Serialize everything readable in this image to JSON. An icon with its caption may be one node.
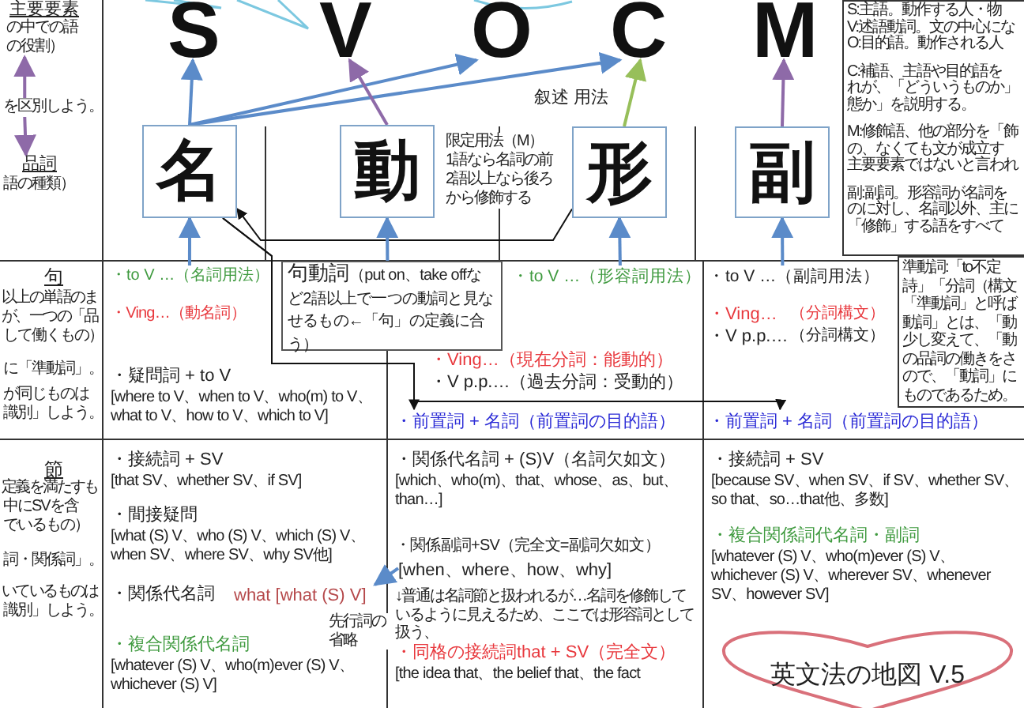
{
  "diagram": {
    "nodes": [
      {
        "text": [
          "S"
        ]
      },
      {
        "text": [
          "V"
        ]
      },
      {
        "text": [
          "O"
        ]
      },
      {
        "text": [
          "C"
        ]
      },
      {
        "text": [
          "M"
        ]
      },
      {
        "text": [
          "名"
        ]
      },
      {
        "text": [
          "動"
        ]
      },
      {
        "text": [
          "形"
        ]
      },
      {
        "text": [
          "副"
        ]
      },
      {
        "text": [
          "S:主語。動作する人・物",
          "V:述語動詞。文の中心にな",
          "O:目的語。動作される人",
          "C:補語、主語や目的語を",
          "れが、「どういうものか」",
          "態か」を説明する。",
          "M:修飾語、他の部分を「飾",
          "の、なくても文が成立す",
          "主要要素ではないと言われ",
          "副:副詞。形容詞が名詞を",
          "のに対し、名詞以外、主に",
          "「修飾」する語をすべて"
        ]
      },
      {
        "text": [
          "句動詞",
          "（put on、take offなど2語以上で一つの動詞と見なせるもの←「句」の定義に合う）"
        ]
      },
      {
        "text": [
          "準動詞:「to不定",
          "詩」「分詞（構文",
          "「準動詞」と呼ば",
          "動詞」とは、「動",
          "少し変えて、「動",
          "の品詞の働きをさ",
          "ので、「動詞」に",
          "ものであるため。"
        ]
      },
      {
        "text": [
          "・前置詞 + 名詞（前置詞の目的語）"
        ]
      },
      {
        "text": [
          "・前置詞 + 名詞（前置詞の目的語）"
        ]
      },
      {
        "text": [
          "英文法の地図 V.5"
        ]
      },
      {
        "text": [
          "・to V …（名詞用法）"
        ]
      },
      {
        "text": [
          "・to V …（形容詞用法）"
        ]
      },
      {
        "text": [
          "・to V …（副詞用法）"
        ]
      },
      {
        "text": [
          "の役割）"
        ]
      },
      {
        "text": [
          "を区別しよう。"
        ]
      },
      {
        "text": [
          "品詞"
        ]
      },
      {
        "text": [
          "what [what (S) V]"
        ]
      },
      {
        "text": [
          "[when、where、how、why]"
        ]
      }
    ],
    "edges": [
      {
        "from": 5,
        "to": 0,
        "arrow": "to"
      },
      {
        "from": 5,
        "to": 2,
        "arrow": "to"
      },
      {
        "from": 5,
        "to": 3,
        "arrow": "to"
      },
      {
        "from": 6,
        "to": 1,
        "arrow": "to",
        "color": "#8e6aa8"
      },
      {
        "from": 7,
        "to": 3,
        "arrow": "to",
        "color": "#97bf5a"
      },
      {
        "from": 8,
        "to": 4,
        "arrow": "to",
        "color": "#8e6aa8"
      },
      {
        "from": 7,
        "to": 5,
        "arrow": "to",
        "color": "#111111"
      },
      {
        "from": 15,
        "to": 5,
        "arrow": "to"
      },
      {
        "from": 10,
        "to": 6,
        "arrow": "to"
      },
      {
        "from": 16,
        "to": 7,
        "arrow": "to"
      },
      {
        "from": 17,
        "to": 8,
        "arrow": "to"
      },
      {
        "from": 5,
        "to": 12,
        "arrow": "to",
        "color": "#111111"
      },
      {
        "from": 5,
        "to": 13,
        "arrow": "to",
        "color": "#111111"
      },
      {
        "from": 19,
        "to": 18,
        "arrow": "to",
        "color": "#8e6aa8"
      },
      {
        "from": 19,
        "to": 20,
        "arrow": "to",
        "color": "#8e6aa8"
      },
      {
        "from": 22,
        "to": 21,
        "arrow": "to"
      }
    ],
    "labels": [
      "主要要素",
      "の中での語",
      "語の種類）",
      "叙述 用法",
      "限定用法（M）",
      "1語なら名詞の前",
      "2語以上なら後ろ",
      "から修飾する",
      "句",
      "以上の単語のま",
      "が、一つの「品",
      "して働くもの）",
      "に「準動詞」。",
      "が同じものは",
      "識別」しよう。",
      "・Ving…（動名詞）",
      "・疑問詞 + to V",
      "[where to V、when to V、who(m) to V、what to V、how to V、which to V]",
      "・Ving…（現在分詞：能動的）",
      "・V p.p.…（過去分詞：受動的）",
      "・Ving…",
      "（分詞構文）",
      "・V p.p.…",
      "（分詞構文）",
      "節",
      "定義を満たすも",
      "中にSVを含",
      "でいるもの）",
      "詞・関係詞」。",
      "いているものは",
      "識別」しよう。",
      "・接続詞 + SV",
      "[that SV、whether SV、if SV]",
      "・間接疑問",
      "[what (S) V、who (S) V、which (S) V、when SV、where SV、why SV他]",
      "・関係代名詞",
      "・複合関係代名詞",
      "[whatever (S) V、who(m)ever (S) V、whichever (S) V]",
      "先行詞の省略",
      "・関係代名詞 + (S)V（名詞欠如文）",
      "[which、who(m)、that、whose、as、but、than…]",
      "・関係副詞+SV（完全文=副詞欠如文）",
      "↓普通は名詞節と扱われるが…名詞を修飾しているように見えるため、ここでは形容詞として扱う、",
      "・同格の接続詞that + SV（完全文）",
      "[the idea that、the belief that、the fact",
      "・接続詞 + SV",
      "[because SV、when SV、if SV、whether SV、so that、so…that他、多数]",
      "・複合関係詞代名詞・副詞",
      "[whatever (S) V、who(m)ever (S) V、whichever (S) V、wherever SV、whenever SV、however SV]"
    ]
  }
}
